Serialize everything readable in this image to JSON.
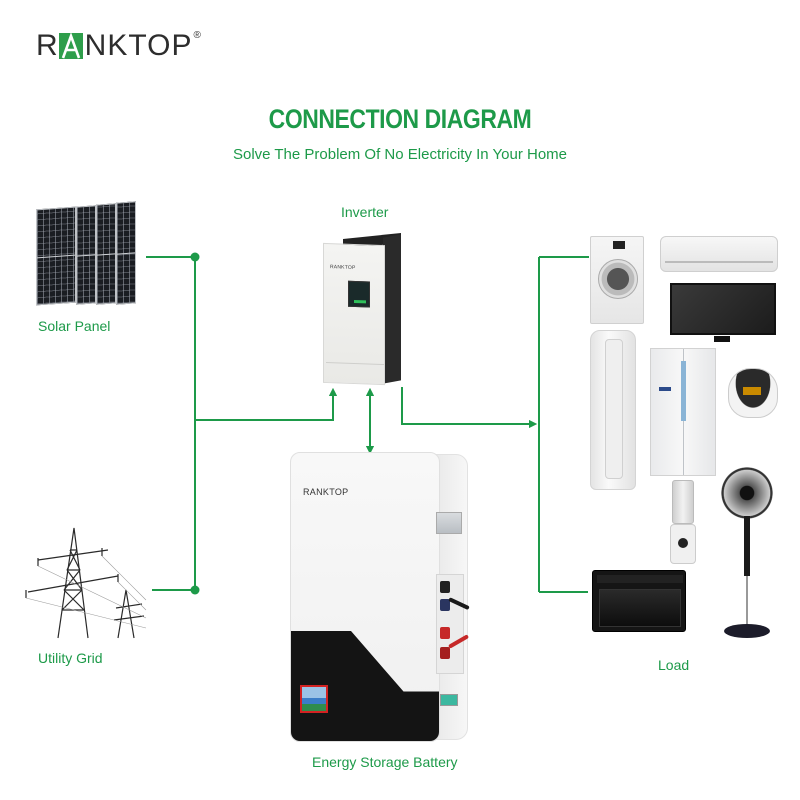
{
  "brand": {
    "name": "RANKTOP",
    "prefix": "R",
    "highlight_letter": "A",
    "suffix": "NKTOP",
    "registered_mark": "®",
    "accent_color": "#2e9e4b"
  },
  "header": {
    "title": "CONNECTION DIAGRAM",
    "subtitle": "Solve The Problem Of No Electricity In Your Home",
    "title_color": "#1d9a49"
  },
  "nodes": {
    "solar_panel": {
      "label": "Solar Panel",
      "icon": "solar-panel-icon"
    },
    "utility_grid": {
      "label": "Utility Grid",
      "icon": "power-tower-icon"
    },
    "inverter": {
      "label": "Inverter",
      "icon": "inverter-icon",
      "logo": "RANKTOP"
    },
    "battery": {
      "label": "Energy Storage Battery",
      "icon": "battery-icon",
      "logo": "RANKTOP"
    },
    "load": {
      "label": "Load",
      "appliances": [
        "washing-machine",
        "wall-air-conditioner",
        "television",
        "tower-air-conditioner",
        "refrigerator",
        "rice-cooker",
        "blender",
        "standing-fan",
        "microwave-oven"
      ]
    }
  },
  "connections": [
    {
      "from": "solar_panel",
      "to": "inverter",
      "direction": "one-way"
    },
    {
      "from": "utility_grid",
      "to": "inverter",
      "direction": "one-way"
    },
    {
      "from": "inverter",
      "to": "battery",
      "direction": "two-way"
    },
    {
      "from": "inverter",
      "to": "load",
      "direction": "one-way"
    }
  ],
  "colors": {
    "line": "#1d9a49",
    "text": "#1d9a49",
    "logo_text": "#2d2d2d"
  }
}
